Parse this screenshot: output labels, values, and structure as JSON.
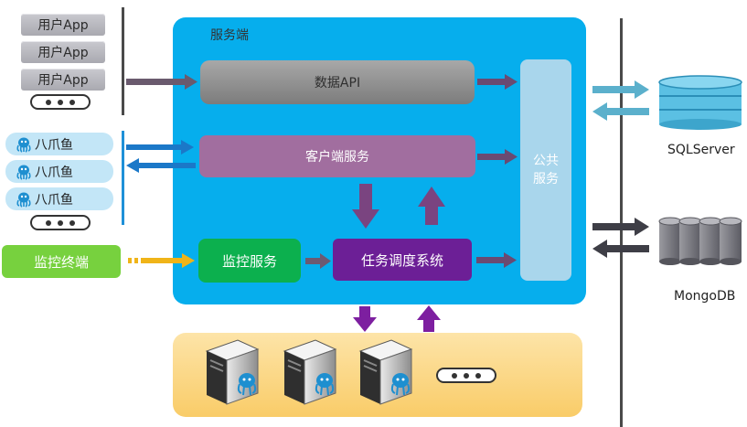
{
  "left": {
    "apps": [
      "用户App",
      "用户App",
      "用户App"
    ],
    "octopus_clients": [
      "八爪鱼",
      "八爪鱼",
      "八爪鱼"
    ],
    "monitor_terminal": "监控终端"
  },
  "server": {
    "title": "服务端",
    "data_api": "数据API",
    "client_service": "客户端服务",
    "monitor_service": "监控服务",
    "scheduler": "任务调度系统",
    "public_service": "公共\n服务"
  },
  "right": {
    "sqlserver": "SQLServer",
    "mongodb": "MongoDB"
  },
  "colors": {
    "panel": "#06aeed",
    "data_api": "#8a8a8a",
    "client_service": "#a16e9f",
    "monitor_service": "#0cb04e",
    "scheduler": "#6c1f96",
    "public_service": "#a9d6ec",
    "monitor_terminal": "#77d13e",
    "workers": "#f9cc68"
  },
  "icons": [
    "ellipsis-icon",
    "octopus-icon",
    "server-icon",
    "database-cylinder-icon",
    "arrow-icon"
  ]
}
